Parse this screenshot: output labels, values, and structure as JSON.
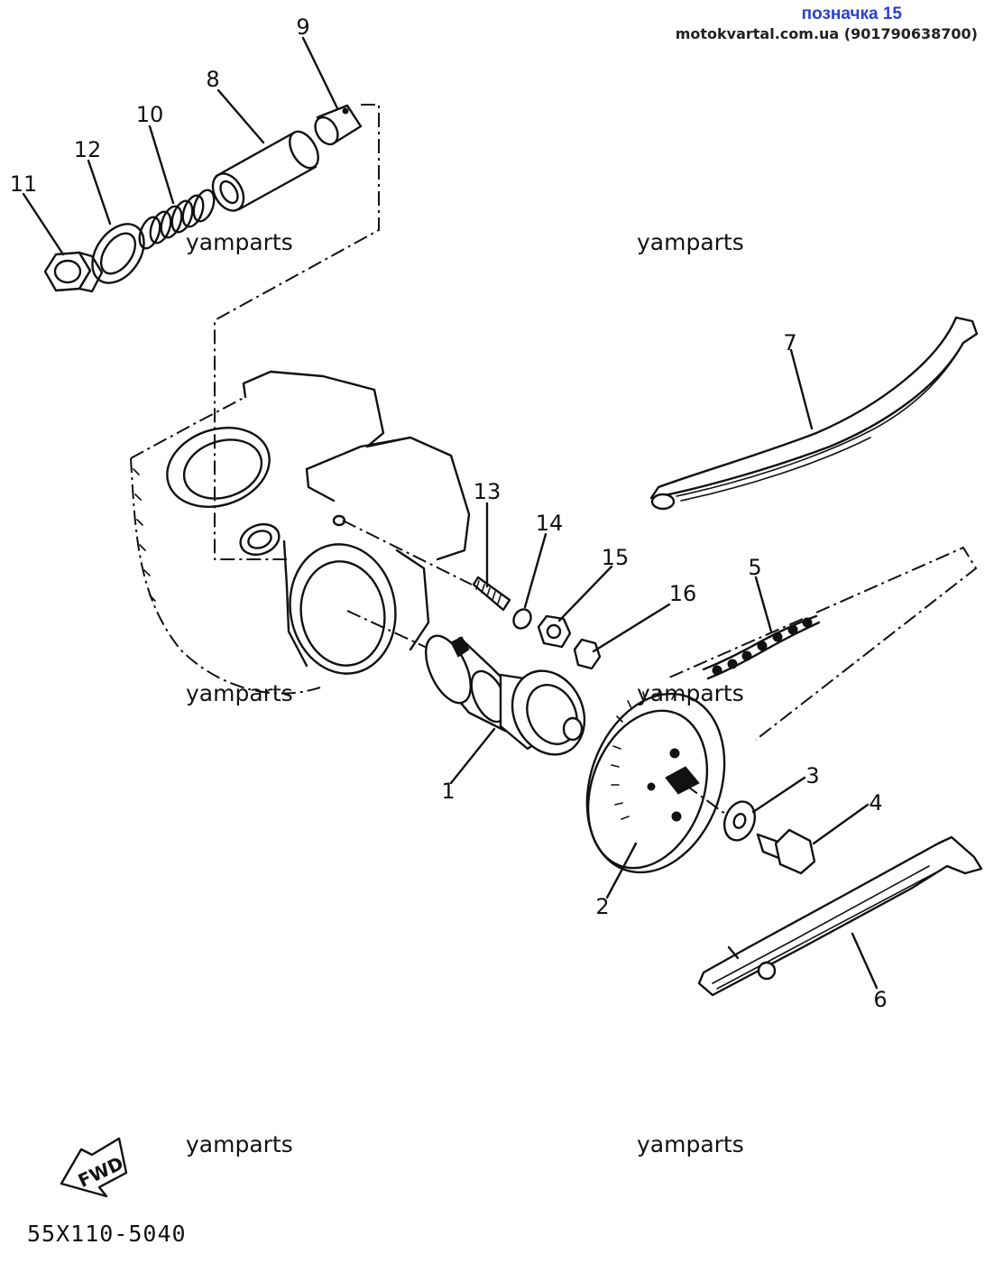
{
  "header": {
    "title": "позначка 15",
    "site": "motokvartal.com.ua (901790638700)"
  },
  "watermarks": [
    "yamparts",
    "yamparts",
    "yamparts",
    "yamparts",
    "yamparts",
    "yamparts"
  ],
  "fwd_label": "FWD",
  "diagram_code": "55X110-5040",
  "callouts": [
    "1",
    "2",
    "3",
    "4",
    "5",
    "6",
    "7",
    "8",
    "9",
    "10",
    "11",
    "12",
    "13",
    "14",
    "15",
    "16"
  ]
}
